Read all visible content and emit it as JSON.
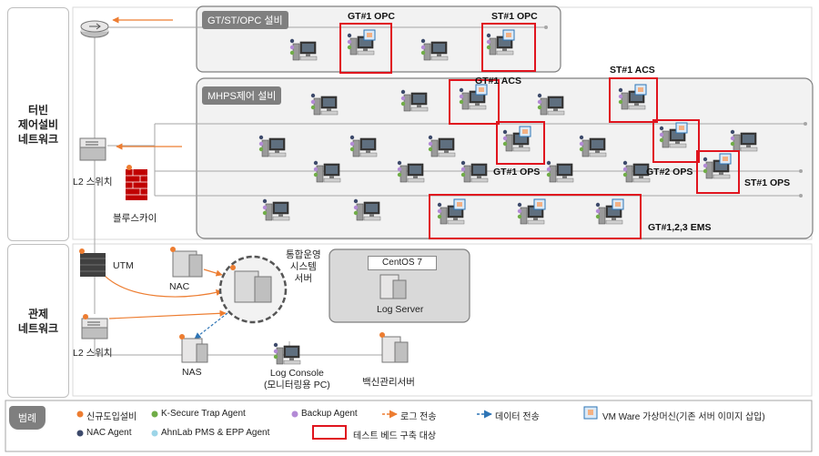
{
  "rows": {
    "turbine": "터빈\n제어설비\n네트워크",
    "control": "관제\n네트워크"
  },
  "regions": {
    "gt_st_opc": "GT/ST/OPC 설비",
    "mhps": "MHPS제어 설비",
    "centos": "CentOS 7"
  },
  "labels": {
    "gt1_opc": "GT#1 OPC",
    "st1_opc": "ST#1 OPC",
    "gt1_acs": "GT#1 ACS",
    "st1_acs": "ST#1 ACS",
    "gt1_ops": "GT#1 OPS",
    "gt2_ops": "GT#2 OPS",
    "st1_ops": "ST#1 OPS",
    "ems": "GT#1,2,3 EMS",
    "l2_switch_top": "L2 스위치",
    "firewall": "블루스카이",
    "utm": "UTM",
    "nac": "NAC",
    "integrated_server": "통합운영\n시스템\n서버",
    "log_server": "Log Server",
    "l2_switch_bottom": "L2 스위치",
    "nas": "NAS",
    "log_console": "Log Console\n(모니터링용 PC)",
    "vaccine_server": "백신관리서버"
  },
  "legend": {
    "title": "범례",
    "new_equipment": "신규도입설비",
    "ksecure": "K-Secure Trap Agent",
    "backup": "Backup Agent",
    "log_transfer": "로그 전송",
    "data_transfer": "데이터 전송",
    "vmware": "VM Ware 가상머신(기존 서버 이미지 삽입)",
    "nac_agent": "NAC Agent",
    "ahnlab": "AhnLab PMS & EPP Agent",
    "testbed": "테스트 베드 구축 대상"
  },
  "colors": {
    "red_box": "#e0141e",
    "orange_arrow": "#ed7d31",
    "blue_arrow": "#2e75b6",
    "region_border": "#7f7f7f",
    "line": "#a6a6a6"
  }
}
